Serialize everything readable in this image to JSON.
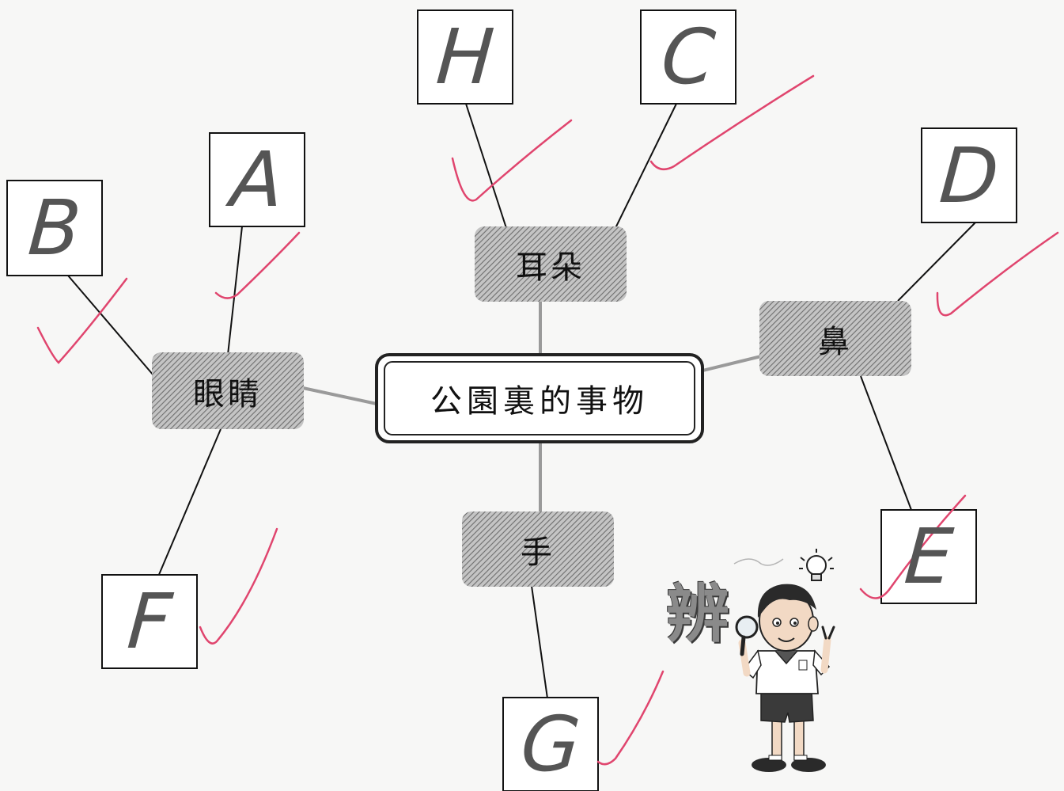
{
  "center_topic": "公園裏的事物",
  "senses": {
    "eyes": "眼睛",
    "ears": "耳朵",
    "nose": "鼻",
    "hand": "手"
  },
  "answers": {
    "eyes_1": "B",
    "eyes_2": "A",
    "eyes_3": "F",
    "ears_1": "H",
    "ears_2": "C",
    "nose_1": "D",
    "nose_2": "E",
    "hand_1": "G"
  },
  "mascot_label": "辨",
  "colors": {
    "tick": "#e0456e",
    "box_fill": "#a8a8a8",
    "line": "#111111"
  }
}
